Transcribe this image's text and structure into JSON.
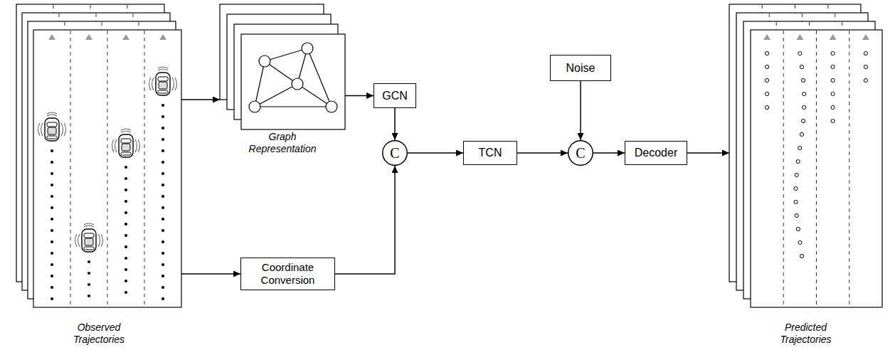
{
  "diagram": {
    "nodes": [
      {
        "text": [
          "Observed Trajectories"
        ]
      },
      {
        "text": [
          "Graph Representation"
        ]
      },
      {
        "text": [
          "GCN"
        ]
      },
      {
        "text": [
          "Coordinate Conversion"
        ]
      },
      {
        "text": [
          "C"
        ]
      },
      {
        "text": [
          "TCN"
        ]
      },
      {
        "text": [
          "Noise"
        ]
      },
      {
        "text": [
          "C"
        ]
      },
      {
        "text": [
          "Decoder"
        ]
      },
      {
        "text": [
          "Predicted Trajectories"
        ]
      }
    ],
    "edges": [
      {
        "from": 0,
        "to": 1,
        "arrow": "to"
      },
      {
        "from": 1,
        "to": 2,
        "arrow": "to"
      },
      {
        "from": 2,
        "to": 4,
        "arrow": "to"
      },
      {
        "from": 0,
        "to": 3,
        "arrow": "to"
      },
      {
        "from": 3,
        "to": 4,
        "arrow": "to"
      },
      {
        "from": 4,
        "to": 5,
        "arrow": "to"
      },
      {
        "from": 5,
        "to": 7,
        "arrow": "to"
      },
      {
        "from": 6,
        "to": 7,
        "arrow": "to"
      },
      {
        "from": 7,
        "to": 8,
        "arrow": "to"
      },
      {
        "from": 8,
        "to": 9,
        "arrow": "to"
      }
    ]
  }
}
